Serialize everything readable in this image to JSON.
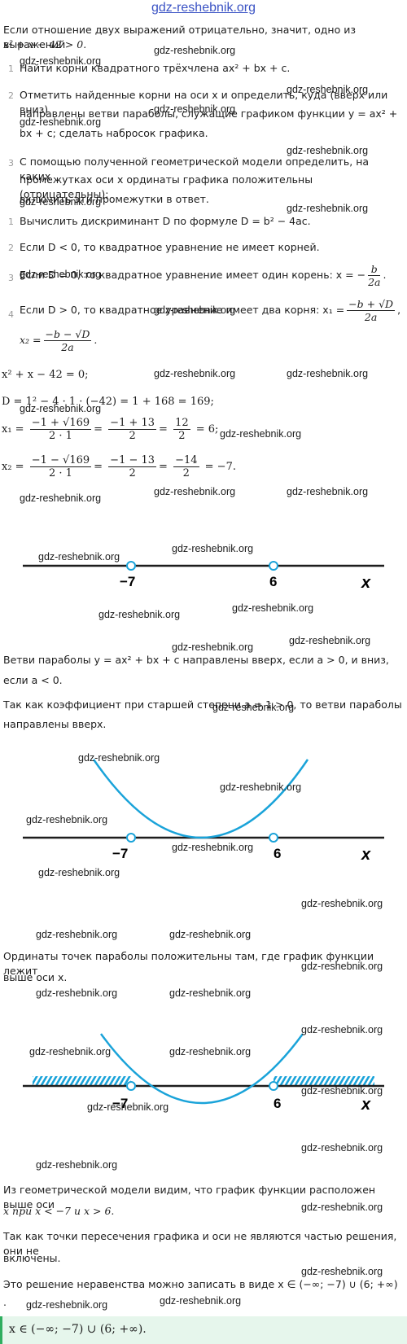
{
  "header": {
    "site": "gdz-reshebnik.org"
  },
  "intro": {
    "line1": "Если отношение двух выражений отрицательно, значит, одно из выражений",
    "line2": "x² + x − 42 > 0."
  },
  "algorithm_a": [
    {
      "num": "1",
      "text": "Найти корни квадратного трёхчлена ax² + bx + c."
    },
    {
      "num": "2",
      "text1": "Отметить найденные корни на оси x и определить, куда (вверх или вниз)",
      "text2": "направлены ветви параболы, служащие графиком функции y = ax² +",
      "text3": "bx + c; сделать набросок графика."
    },
    {
      "num": "3",
      "text1": "С помощью полученной геометрической модели определить, на каких",
      "text2": "промежутках оси x ординаты графика положительны (отрицательны);",
      "text3": "включить эти промежутки в ответ."
    }
  ],
  "algorithm_b": [
    {
      "num": "1",
      "text": "Вычислить дискриминант D по формуле D = b² − 4ac."
    },
    {
      "num": "2",
      "text": "Если D < 0, то квадратное уравнение не имеет корней."
    },
    {
      "num": "3",
      "text": "Если D = 0, то квадратное уравнение имеет один корень: x = −",
      "frac_top": "b",
      "frac_bot": "2a",
      "tail": "."
    },
    {
      "num": "4",
      "text": "Если D > 0, то квадратное уравнение имеет два корня: x₁ =",
      "frac_top": "−b + √D",
      "frac_bot": "2a",
      "tail": ",",
      "line2_lhs": "x₂ =",
      "line2_top": "−b − √D",
      "line2_bot": "2a",
      "line2_tail": "."
    }
  ],
  "solution": {
    "eq": "x² + x − 42 = 0;",
    "disc": "D = 1² − 4 · 1 · (−42) = 1 + 168 = 169;",
    "x1_lhs": "x₁ =",
    "x1_f1_top": "−1 + √169",
    "x1_f1_bot": "2 · 1",
    "x1_f2_top": "−1 + 13",
    "x1_f2_bot": "2",
    "x1_f3_top": "12",
    "x1_f3_bot": "2",
    "x1_res": "= 6;",
    "x2_lhs": "x₂ =",
    "x2_f1_top": "−1 − √169",
    "x2_f1_bot": "2 · 1",
    "x2_f2_top": "−1 − 13",
    "x2_f2_bot": "2",
    "x2_f3_top": "−14",
    "x2_f3_bot": "2",
    "x2_res": "= −7."
  },
  "axis_labels": {
    "left_root": "−7",
    "right_root": "6",
    "axis": "x"
  },
  "para_branches": {
    "line1": "Ветви параболы y = ax² + bx + c направлены вверх, если a > 0, и вниз,",
    "line2": "если a < 0."
  },
  "para_coef": {
    "line1": "Так как коэффициент при старшей степени a = 1 > 0, то ветви параболы",
    "line2": "направлены вверх."
  },
  "para_ordinates": {
    "line1": "Ординаты точек параболы положительны там, где график функции лежит",
    "line2": "выше оси x."
  },
  "para_model": {
    "line1": "Из геометрической модели видим, что график функции расположен выше оси",
    "line2": "x при x < −7 и x > 6."
  },
  "para_points": {
    "line1": "Так как точки пересечения графика и оси не являются частью решения, они не",
    "line2": "включены."
  },
  "para_record": {
    "line1": "Это решение неравенства можно записать в виде x ∈ (−∞; −7) ∪ (6; +∞)",
    "line2": "."
  },
  "answer": "x ∈ (−∞; −7) ∪ (6; +∞).",
  "watermark": "gdz-reshebnik.org",
  "colors": {
    "curve": "#1aa3d9",
    "axis": "#1d1d1d",
    "header": "#3b53c4",
    "answer_bg": "#e6f6ec",
    "answer_border": "#2fae5f"
  }
}
